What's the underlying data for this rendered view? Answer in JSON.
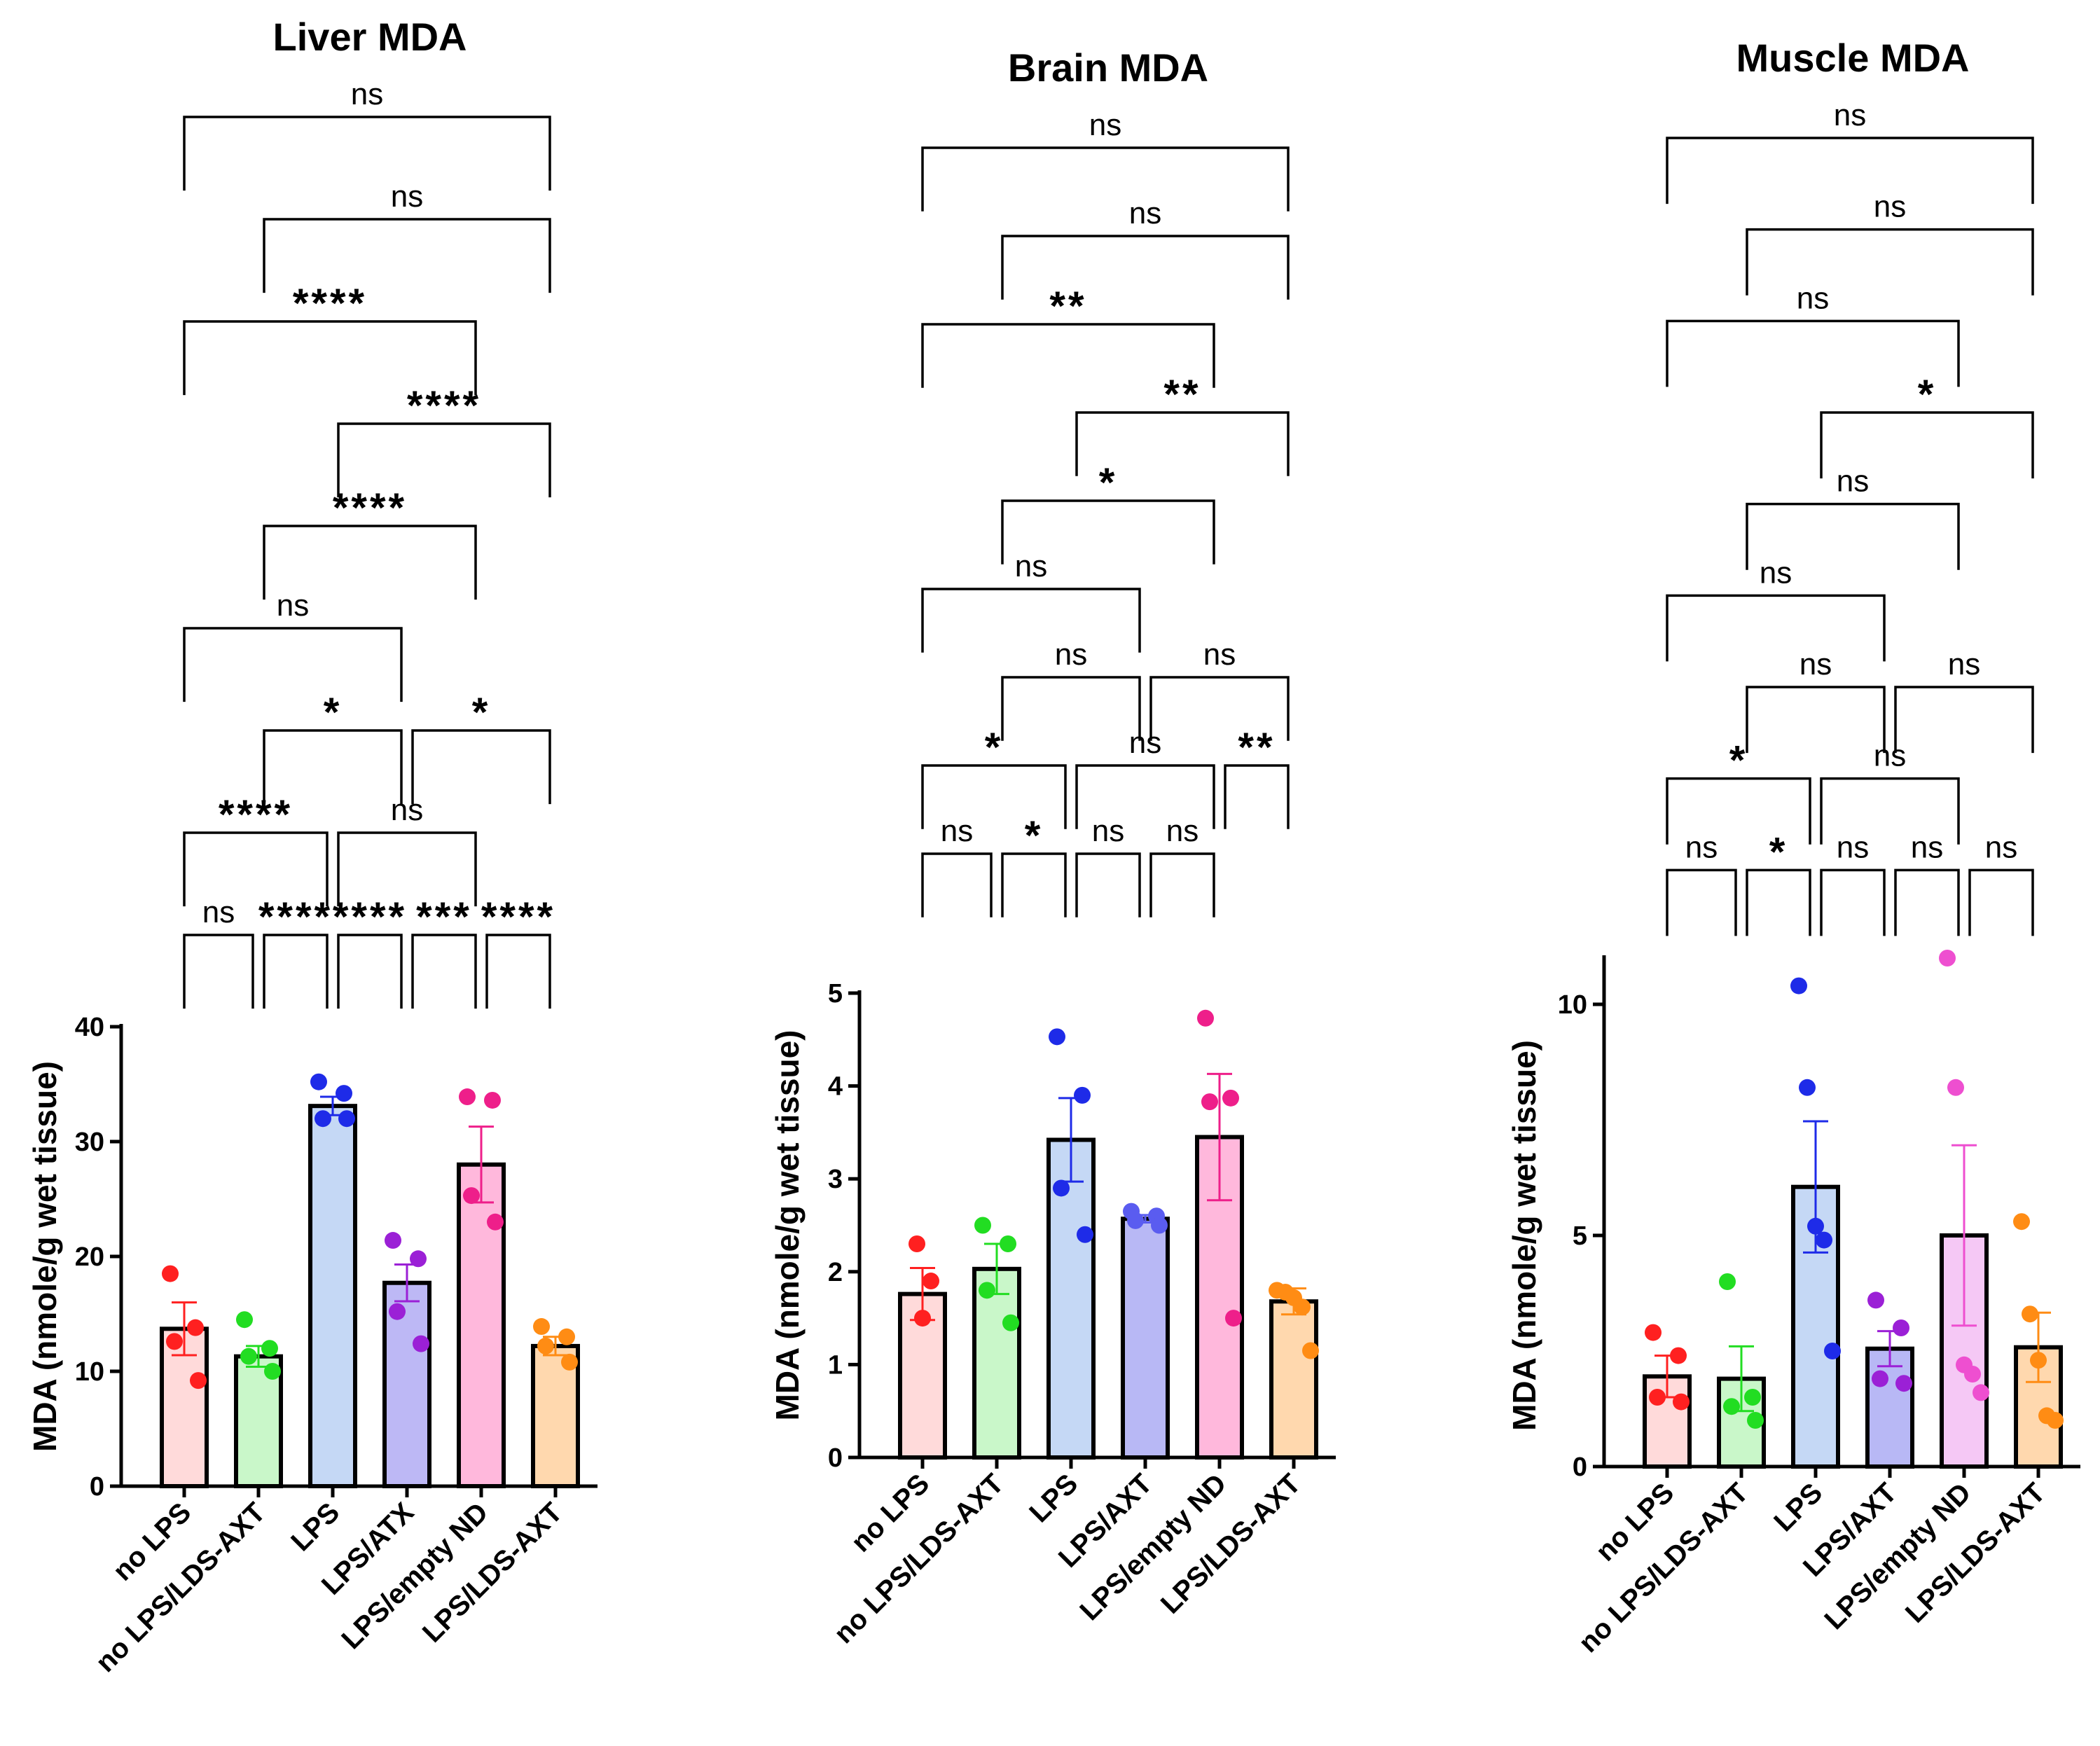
{
  "chart_data": [
    {
      "type": "bar",
      "title": "Liver MDA",
      "ylabel": "MDA (nmole/g wet tissue)",
      "xlabel": "",
      "ylim": [
        0,
        40
      ],
      "yticks": [
        0,
        10,
        20,
        30,
        40
      ],
      "categories": [
        "no LPS",
        "no LPS/LDS-AXT",
        "LPS",
        "LPS/ATX",
        "LPS/empty ND",
        "LPS/LDS-AXT"
      ],
      "colors": [
        "#ff2020",
        "#22dd22",
        "#1e2be8",
        "#9b20d6",
        "#ee1f8a",
        "#ff8c14"
      ],
      "fill_colors": [
        "#ffdada",
        "#c9f7c9",
        "#c5d8f5",
        "#bdb8f5",
        "#ffb8dc",
        "#ffd8ae"
      ],
      "values": [
        13.7,
        11.3,
        33.1,
        17.7,
        28.0,
        12.2
      ],
      "sem": [
        2.3,
        0.9,
        0.8,
        1.6,
        3.3,
        0.8
      ],
      "points": [
        [
          18.5,
          13.8,
          12.6,
          9.2
        ],
        [
          14.5,
          12.0,
          11.3,
          10.0
        ],
        [
          35.2,
          34.2,
          32.0,
          32.0
        ],
        [
          21.4,
          19.8,
          15.2,
          12.4
        ],
        [
          33.9,
          33.6,
          25.3,
          23.0
        ],
        [
          13.9,
          13.0,
          12.2,
          10.8
        ]
      ],
      "comparisons": [
        {
          "from": 0,
          "to": 5,
          "label": "ns"
        },
        {
          "from": 1,
          "to": 5,
          "label": "ns"
        },
        {
          "from": 0,
          "to": 4,
          "label": "****"
        },
        {
          "from": 2,
          "to": 5,
          "label": "****"
        },
        {
          "from": 1,
          "to": 4,
          "label": "****"
        },
        {
          "from": 0,
          "to": 3,
          "label": "ns"
        },
        {
          "from": 1,
          "to": 3,
          "label": "*"
        },
        {
          "from": 3,
          "to": 5,
          "label": "*"
        },
        {
          "from": 0,
          "to": 2,
          "label": "****"
        },
        {
          "from": 2,
          "to": 4,
          "label": "ns"
        },
        {
          "from": 1,
          "to": 2,
          "label": "****"
        },
        {
          "from": 3,
          "to": 4,
          "label": "***"
        },
        {
          "from": 0,
          "to": 1,
          "label": "ns"
        },
        {
          "from": 2,
          "to": 3,
          "label": "****"
        },
        {
          "from": 4,
          "to": 5,
          "label": "****"
        }
      ]
    },
    {
      "type": "bar",
      "title": "Brain MDA",
      "ylabel": "MDA (nmole/g wet tissue)",
      "xlabel": "",
      "ylim": [
        0,
        5
      ],
      "yticks": [
        0,
        1,
        2,
        3,
        4,
        5
      ],
      "categories": [
        "no LPS",
        "no LPS/LDS-AXT",
        "LPS",
        "LPS/AXT",
        "LPS/empty ND",
        "LPS/LDS-AXT"
      ],
      "colors": [
        "#ff2020",
        "#22dd22",
        "#1e2be8",
        "#5a5cf0",
        "#ee1f8a",
        "#ff8c14"
      ],
      "fill_colors": [
        "#ffdada",
        "#c9f7c9",
        "#c5d8f5",
        "#b8b8f5",
        "#ffb8dc",
        "#ffd8ae"
      ],
      "values": [
        1.76,
        2.03,
        3.42,
        2.57,
        3.45,
        1.68
      ],
      "sem": [
        0.28,
        0.27,
        0.45,
        0.04,
        0.68,
        0.14
      ],
      "points": [
        [
          2.3,
          1.9,
          1.5
        ],
        [
          2.5,
          2.3,
          1.8,
          1.45
        ],
        [
          4.53,
          3.9,
          2.9,
          2.4
        ],
        [
          2.65,
          2.6,
          2.55,
          2.5
        ],
        [
          4.73,
          3.87,
          3.83,
          1.5
        ],
        [
          1.8,
          1.78,
          1.72,
          1.62,
          1.15
        ]
      ],
      "comparisons": [
        {
          "from": 0,
          "to": 5,
          "label": "ns"
        },
        {
          "from": 1,
          "to": 5,
          "label": "ns"
        },
        {
          "from": 0,
          "to": 4,
          "label": "**"
        },
        {
          "from": 2,
          "to": 5,
          "label": "**"
        },
        {
          "from": 1,
          "to": 4,
          "label": "*"
        },
        {
          "from": 0,
          "to": 3,
          "label": "ns"
        },
        {
          "from": 1,
          "to": 3,
          "label": "ns"
        },
        {
          "from": 3,
          "to": 5,
          "label": "ns"
        },
        {
          "from": 0,
          "to": 2,
          "label": "*"
        },
        {
          "from": 2,
          "to": 4,
          "label": "ns"
        },
        {
          "from": 4,
          "to": 5,
          "label": "**"
        },
        {
          "from": 0,
          "to": 1,
          "label": "ns"
        },
        {
          "from": 1,
          "to": 2,
          "label": "*"
        },
        {
          "from": 2,
          "to": 3,
          "label": "ns"
        },
        {
          "from": 3,
          "to": 4,
          "label": "ns"
        }
      ]
    },
    {
      "type": "bar",
      "title": "Muscle MDA",
      "ylabel": "MDA (nmole/g wet tissue)",
      "xlabel": "",
      "ylim": [
        0,
        11
      ],
      "yticks": [
        0,
        5,
        10
      ],
      "categories": [
        "no LPS",
        "no LPS/LDS-AXT",
        "LPS",
        "LPS/AXT",
        "LPS/empty ND",
        "LPS/LDS-AXT"
      ],
      "colors": [
        "#ff2020",
        "#22dd22",
        "#1e2be8",
        "#9b20d6",
        "#ee4fd0",
        "#ff8c14"
      ],
      "fill_colors": [
        "#ffdada",
        "#c9f7c9",
        "#c5d8f5",
        "#b8b8f5",
        "#f5c8f5",
        "#ffd8ae"
      ],
      "values": [
        1.95,
        1.9,
        6.05,
        2.55,
        5.0,
        2.58
      ],
      "sem": [
        0.45,
        0.7,
        1.42,
        0.38,
        1.95,
        0.75
      ],
      "points": [
        [
          2.9,
          2.4,
          1.5,
          1.4
        ],
        [
          4.0,
          1.5,
          1.3,
          1.0
        ],
        [
          10.4,
          8.2,
          5.2,
          4.9,
          2.5
        ],
        [
          3.6,
          3.0,
          1.9,
          1.8
        ],
        [
          11.0,
          8.2,
          2.2,
          2.0,
          1.6
        ],
        [
          5.3,
          3.3,
          2.3,
          1.1,
          1.0
        ]
      ],
      "comparisons": [
        {
          "from": 0,
          "to": 5,
          "label": "ns"
        },
        {
          "from": 1,
          "to": 5,
          "label": "ns"
        },
        {
          "from": 0,
          "to": 4,
          "label": "ns"
        },
        {
          "from": 2,
          "to": 5,
          "label": "*"
        },
        {
          "from": 1,
          "to": 4,
          "label": "ns"
        },
        {
          "from": 0,
          "to": 3,
          "label": "ns"
        },
        {
          "from": 1,
          "to": 3,
          "label": "ns"
        },
        {
          "from": 3,
          "to": 5,
          "label": "ns"
        },
        {
          "from": 0,
          "to": 2,
          "label": "*"
        },
        {
          "from": 2,
          "to": 4,
          "label": "ns"
        },
        {
          "from": 0,
          "to": 1,
          "label": "ns"
        },
        {
          "from": 1,
          "to": 2,
          "label": "*"
        },
        {
          "from": 2,
          "to": 3,
          "label": "ns"
        },
        {
          "from": 3,
          "to": 4,
          "label": "ns"
        },
        {
          "from": 4,
          "to": 5,
          "label": "ns"
        }
      ]
    }
  ]
}
